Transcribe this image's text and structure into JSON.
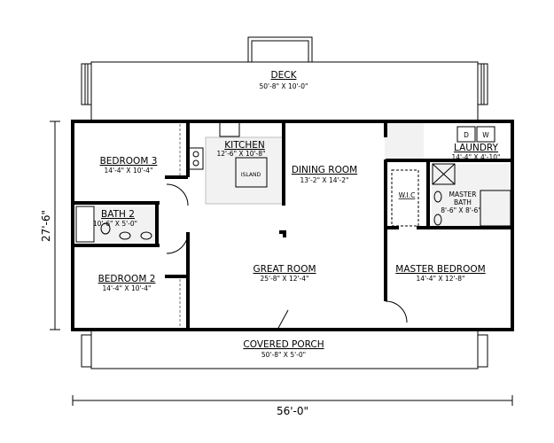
{
  "rooms": {
    "deck": {
      "name": "DECK",
      "dims": "50'-8\" X 10'-0\""
    },
    "bedroom3": {
      "name": "BEDROOM 3",
      "dims": "14'-4\" X 10'-4\""
    },
    "kitchen": {
      "name": "KITCHEN",
      "dims": "12'-6\" X 10'-8\"",
      "island": "ISLAND"
    },
    "dining": {
      "name": "DINING ROOM",
      "dims": "13'-2\" X 14'-2\""
    },
    "laundry": {
      "name": "LAUNDRY",
      "dims": "14'-4\" X 4'-10\"",
      "dryer": "D",
      "washer": "W"
    },
    "wic": {
      "name": "W.I.C"
    },
    "master_bath": {
      "name1": "MASTER",
      "name2": "BATH",
      "dims": "8'-6\" X 8'-6\""
    },
    "bath2": {
      "name": "BATH 2",
      "dims": "10'-6\" X 5'-0\""
    },
    "bedroom2": {
      "name": "BEDROOM 2",
      "dims": "14'-4\" X 10'-4\""
    },
    "great": {
      "name": "GREAT ROOM",
      "dims": "25'-8\" X 12'-4\""
    },
    "master": {
      "name": "MASTER BEDROOM",
      "dims": "14'-4\" X 12'-8\""
    },
    "porch": {
      "name": "COVERED PORCH",
      "dims": "50'-8\" X 5'-0\""
    }
  },
  "dimensions": {
    "width": "56'-0\"",
    "depth": "27'-6\""
  }
}
